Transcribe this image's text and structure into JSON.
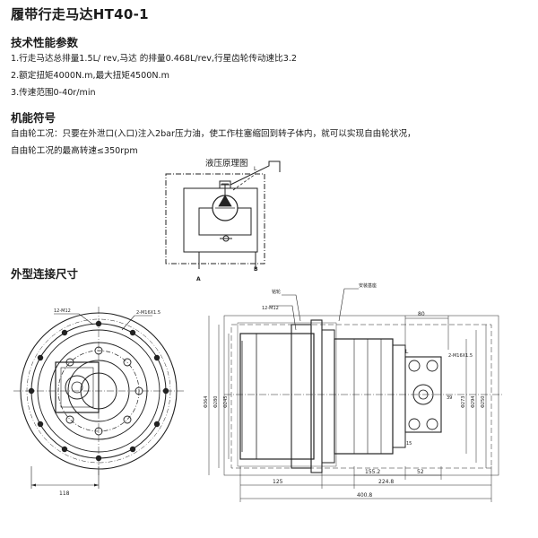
{
  "document": {
    "title": "履带行走马达HT40-1",
    "spec": {
      "heading": "技术性能参数",
      "items": [
        "1.行走马达总排量1.5L/ rev,马达 的排量0.468L/rev,行星齿轮传动速比3.2",
        "2.额定扭矩4000N.m,最大扭矩4500N.m",
        "3.传速范围0-40r/min"
      ]
    },
    "function": {
      "heading": "机能符号",
      "lines": [
        "自由轮工况：只要在外泄口(入口)注入2bar压力油，使工作柱塞缩回到转子体内，就可以实现自由轮状况，",
        "自由轮工况的最高转速≤350rpm"
      ]
    },
    "hydraulic": {
      "caption": "液压原理图",
      "port_a": "A",
      "port_b": "B",
      "port_l": "L"
    },
    "outline": {
      "heading": "外型连接尺寸",
      "front_view": {
        "thread_left": "12-M12",
        "thread_right": "2-M16X1.5",
        "dim_bottom": "118"
      },
      "side_view": {
        "label_tyre": "铭轮",
        "label_mount": "安装基座",
        "thread_top": "12-M12",
        "thread_right": "2-M16X1.5",
        "port_l": "L",
        "dim_80": "80",
        "dim_39": "39",
        "dim_15": "15",
        "dim_52": "52",
        "dim_155_2": "155.2",
        "dim_125": "125",
        "dim_224_8": "224.8",
        "dim_400_8": "400.8",
        "dia_left_1": "Φ364",
        "dia_left_2": "Φ280",
        "dia_left_3": "Φ245",
        "dia_right_1": "Φ273",
        "dia_right_2": "Φ294",
        "dia_right_3": "Φ250"
      }
    }
  }
}
